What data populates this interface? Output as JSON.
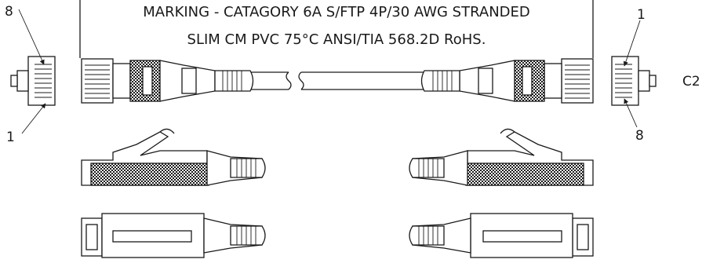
{
  "marking": {
    "line1": "MARKING - CATAGORY 6A S/FTP 4P/30 AWG STRANDED",
    "line2": "SLIM CM PVC 75°C ANSI/TIA 568.2D RoHS."
  },
  "left_connector": {
    "pin_top": "8",
    "pin_bottom": "1"
  },
  "right_connector": {
    "pin_top": "1",
    "pin_bottom": "8",
    "ref": "C2"
  }
}
